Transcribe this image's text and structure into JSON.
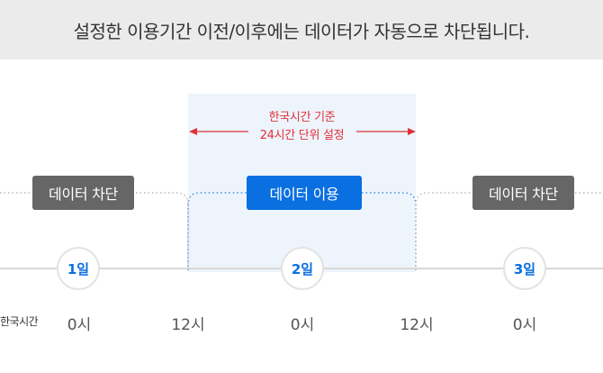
{
  "header": {
    "notice": "설정한 이용기간 이전/이후에는 데이터가 자동으로 차단됩니다."
  },
  "range_note": {
    "line1": "한국시간 기준",
    "line2": "24시간 단위 설정"
  },
  "blocks": {
    "before": "데이터 차단",
    "during": "데이터 이용",
    "after": "데이터 차단"
  },
  "days": [
    "1일",
    "2일",
    "3일"
  ],
  "timeline": {
    "timezone_label": "한국시간",
    "ticks": [
      "0시",
      "12시",
      "0시",
      "12시",
      "0시"
    ]
  },
  "colors": {
    "accent": "#0a6fe0",
    "blocked": "#666666",
    "note": "#e0303a",
    "highlight": "#eef4fb"
  }
}
